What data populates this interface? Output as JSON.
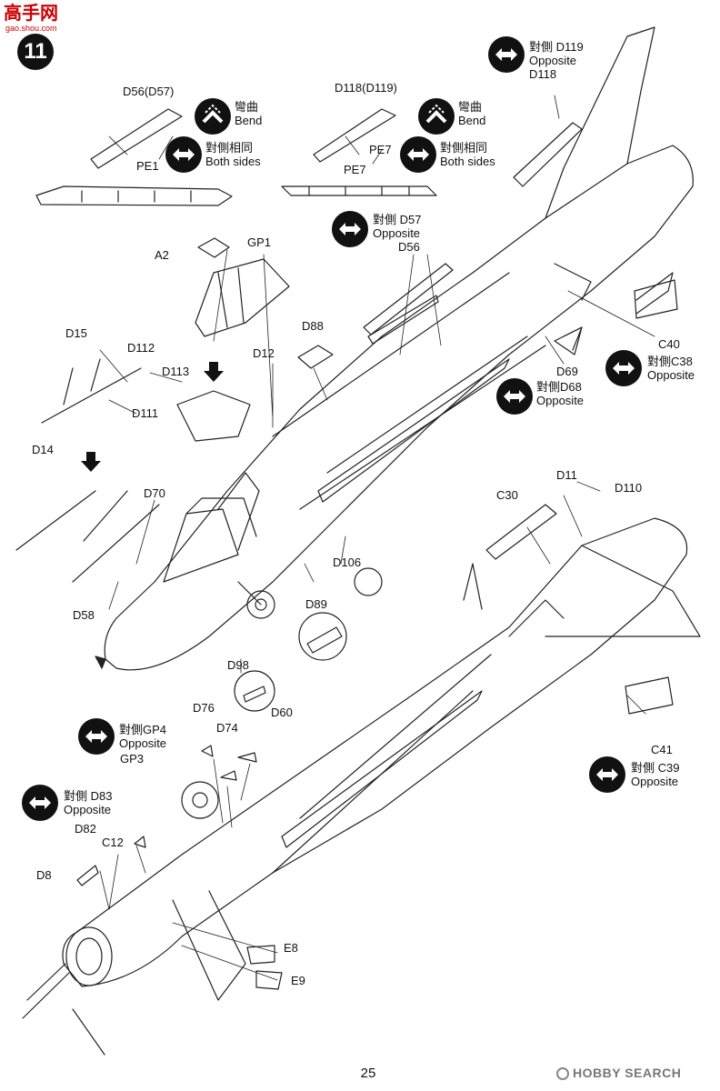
{
  "header": {
    "logo_text": "高手网",
    "logo_sub": "gao.shou.com",
    "step": "11"
  },
  "top_left_group": {
    "part_label": "D56(D57)",
    "pe_label": "PE1",
    "bend": {
      "icon": "bend-icon",
      "cn": "彎曲",
      "en": "Bend"
    },
    "both": {
      "icon": "double-arrow-icon",
      "cn": "對側相同",
      "en": "Both sides"
    }
  },
  "top_mid_group": {
    "part_label": "D118(D119)",
    "pe_label_a": "PE7",
    "pe_label_b": "PE7",
    "bend": {
      "icon": "bend-icon",
      "cn": "彎曲",
      "en": "Bend"
    },
    "both": {
      "icon": "double-arrow-icon",
      "cn": "對側相同",
      "en": "Both sides"
    }
  },
  "top_right_note": {
    "icon": "double-arrow-icon",
    "line1": "對側 D119",
    "line2": "Opposite",
    "line3": "D118"
  },
  "mid_note_d57": {
    "icon": "double-arrow-icon",
    "line1": "對側 D57",
    "line2": "Opposite",
    "line3": "D56"
  },
  "labels": {
    "a2": "A2",
    "gp1": "GP1",
    "d15": "D15",
    "d112": "D112",
    "d113": "D113",
    "d111": "D111",
    "d14": "D14",
    "d12": "D12",
    "d88": "D88",
    "d70": "D70",
    "d58": "D58",
    "d106": "D106",
    "d89": "D89",
    "d98": "D98",
    "c40": "C40",
    "d69": "D69",
    "d11": "D11",
    "d110": "D110",
    "c30": "C30",
    "d76": "D76",
    "d74": "D74",
    "d60": "D60",
    "gp3": "GP3",
    "d82": "D82",
    "c12": "C12",
    "d8": "D8",
    "e8": "E8",
    "e9": "E9",
    "c41": "C41"
  },
  "note_c38": {
    "icon": "double-arrow-icon",
    "line1": "對側C38",
    "line2": "Opposite"
  },
  "note_d68": {
    "icon": "double-arrow-icon",
    "line1": "對側D68",
    "line2": "Opposite"
  },
  "note_c39": {
    "icon": "double-arrow-icon",
    "line1": "對側 C39",
    "line2": "Opposite"
  },
  "note_gp4": {
    "icon": "double-arrow-icon",
    "line1": "對側GP4",
    "line2": "Opposite"
  },
  "note_d83": {
    "icon": "double-arrow-icon",
    "line1": "對側 D83",
    "line2": "Opposite"
  },
  "footer": {
    "page_number": "25",
    "watermark": "HOBBY SEARCH"
  }
}
